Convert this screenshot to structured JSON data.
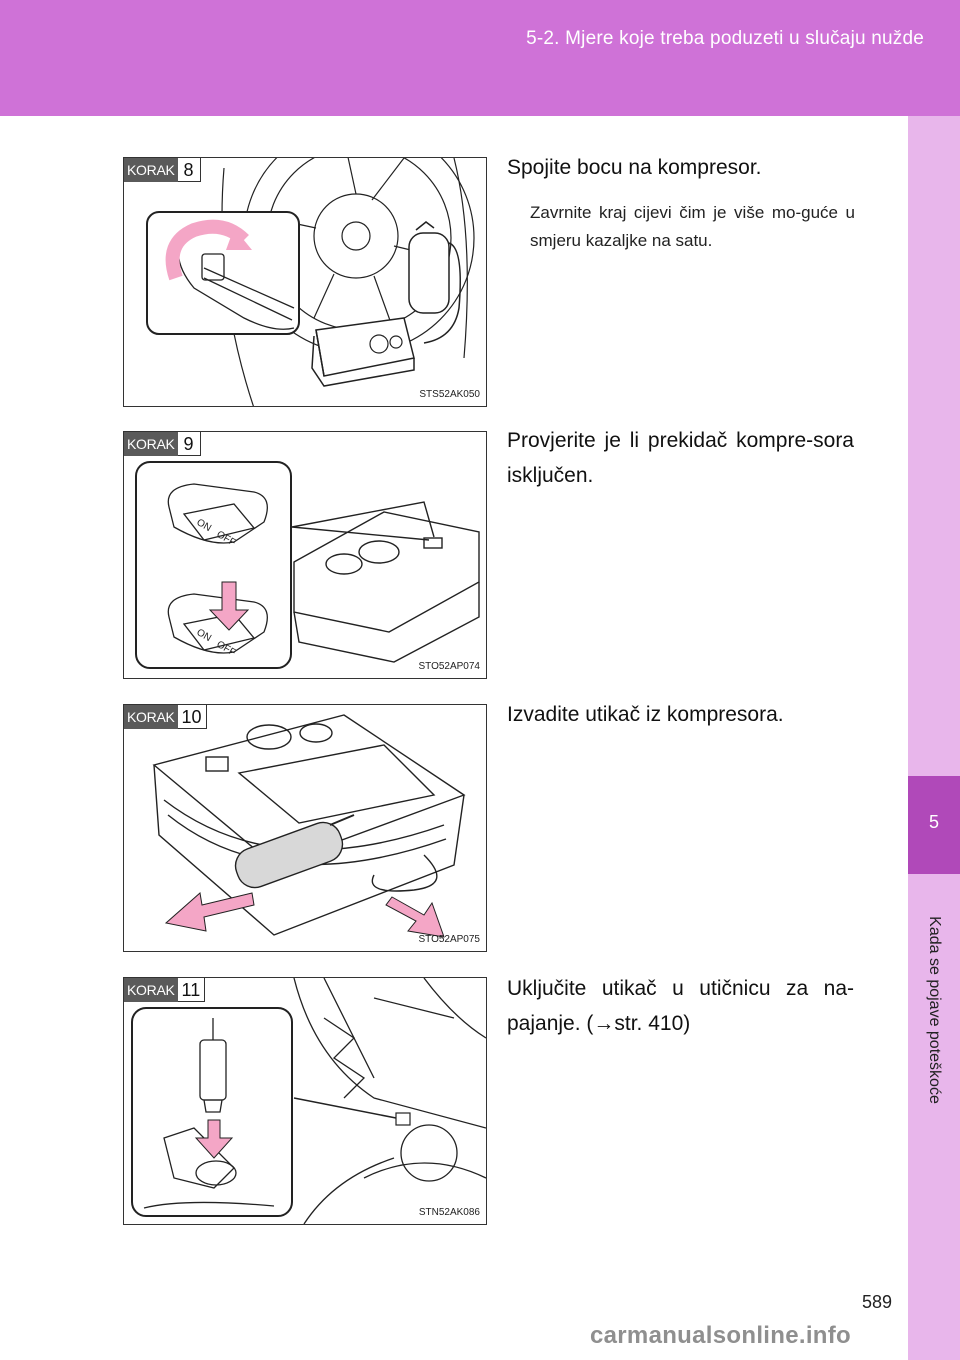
{
  "header": {
    "section_title": "5-2. Mjere koje treba poduzeti u slučaju nužde"
  },
  "side": {
    "chapter_number": "5",
    "chapter_label": "Kada se pojave poteškoće"
  },
  "page_number": "589",
  "watermark": "carmanualsonline.info",
  "steps": [
    {
      "korak_label": "KORAK",
      "number": "8",
      "text": "Spojite bocu na kompresor.",
      "subtext": "Zavrnite kraj cijevi čim je više mo-guće u smjeru kazaljke na satu.",
      "figure_code": "STS52AK050"
    },
    {
      "korak_label": "KORAK",
      "number": "9",
      "text": "Provjerite je li prekidač kompre-sora isključen.",
      "figure_code": "STO52AP074",
      "switch_on": "ON",
      "switch_off": "OFF"
    },
    {
      "korak_label": "KORAK",
      "number": "10",
      "text": "Izvadite utikač iz kompresora.",
      "figure_code": "STO52AP075"
    },
    {
      "korak_label": "KORAK",
      "number": "11",
      "text": "Uključite utikač u utičnicu za na-pajanje. (→str. 410)",
      "figure_code": "STN52AK086"
    }
  ],
  "colors": {
    "header": "#cf72d7",
    "side_tab": "#e8b6eb",
    "chapter_tab": "#b049b9",
    "arrow_pink": "#f4a6c6"
  }
}
